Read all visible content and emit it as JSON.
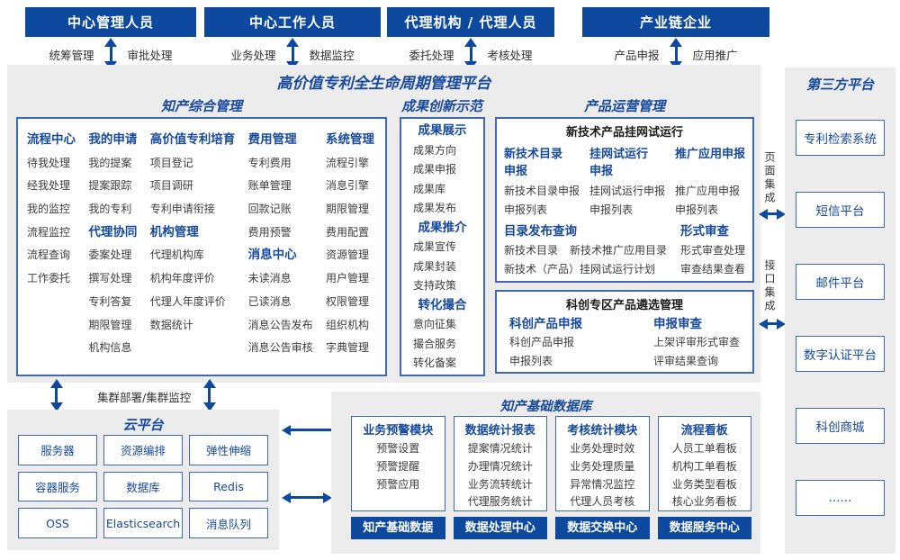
{
  "colors": {
    "primary": "#0d4a9f",
    "title_blue": "#17499d",
    "box_border": "#4068ae",
    "panel_bg": "#ececec",
    "item_text": "#3d3d3d"
  },
  "roles": [
    {
      "title": "中心管理人员",
      "left": "统筹管理",
      "right": "审批处理"
    },
    {
      "title": "中心工作人员",
      "left": "业务处理",
      "right": "数据监控"
    },
    {
      "title": "代理机构 / 代理人员",
      "left": "委托处理",
      "right": "考核处理"
    },
    {
      "title": "产业链企业",
      "left": "产品申报",
      "right": "应用推广"
    }
  ],
  "platform_title": "高价值专利全生命周期管理平台",
  "ip": {
    "title": "知产综合管理",
    "columns": [
      {
        "entries": [
          {
            "t": "h",
            "x": "流程中心"
          },
          {
            "t": "i",
            "x": "待我处理"
          },
          {
            "t": "i",
            "x": "经我处理"
          },
          {
            "t": "i",
            "x": "我的监控"
          },
          {
            "t": "i",
            "x": "流程监控"
          },
          {
            "t": "i",
            "x": "流程查询"
          },
          {
            "t": "i",
            "x": "工作委托"
          }
        ]
      },
      {
        "entries": [
          {
            "t": "h",
            "x": "我的申请"
          },
          {
            "t": "i",
            "x": "我的提案"
          },
          {
            "t": "i",
            "x": "提案跟踪"
          },
          {
            "t": "i",
            "x": "我的专利"
          },
          {
            "t": "h",
            "x": "代理协同"
          },
          {
            "t": "i",
            "x": "委案处理"
          },
          {
            "t": "i",
            "x": "撰写处理"
          },
          {
            "t": "i",
            "x": "专利答复"
          },
          {
            "t": "i",
            "x": "期限管理"
          },
          {
            "t": "i",
            "x": "机构信息"
          }
        ]
      },
      {
        "entries": [
          {
            "t": "h",
            "x": "高价值专利培育"
          },
          {
            "t": "i",
            "x": "项目登记"
          },
          {
            "t": "i",
            "x": "项目调研"
          },
          {
            "t": "i",
            "x": "专利申请衔接"
          },
          {
            "t": "h",
            "x": "机构管理"
          },
          {
            "t": "i",
            "x": "代理机构库"
          },
          {
            "t": "i",
            "x": "机构年度评价"
          },
          {
            "t": "i",
            "x": "代理人年度评价"
          },
          {
            "t": "i",
            "x": "数据统计"
          }
        ]
      },
      {
        "entries": [
          {
            "t": "h",
            "x": "费用管理"
          },
          {
            "t": "i",
            "x": "专利费用"
          },
          {
            "t": "i",
            "x": "账单管理"
          },
          {
            "t": "i",
            "x": "回款记账"
          },
          {
            "t": "i",
            "x": "费用预警"
          },
          {
            "t": "h",
            "x": "消息中心"
          },
          {
            "t": "i",
            "x": "未读消息"
          },
          {
            "t": "i",
            "x": "已读消息"
          },
          {
            "t": "i",
            "x": "消息公告发布"
          },
          {
            "t": "i",
            "x": "消息公告审核"
          }
        ]
      },
      {
        "entries": [
          {
            "t": "h",
            "x": "系统管理"
          },
          {
            "t": "i",
            "x": "流程引擎"
          },
          {
            "t": "i",
            "x": "消息引擎"
          },
          {
            "t": "i",
            "x": "期限管理"
          },
          {
            "t": "i",
            "x": "费用配置"
          },
          {
            "t": "i",
            "x": "资源管理"
          },
          {
            "t": "i",
            "x": "用户管理"
          },
          {
            "t": "i",
            "x": "权限管理"
          },
          {
            "t": "i",
            "x": "组织机构"
          },
          {
            "t": "i",
            "x": "字典管理"
          }
        ]
      }
    ]
  },
  "innovation": {
    "title": "成果创新示范",
    "entries": [
      {
        "t": "h",
        "x": "成果展示"
      },
      {
        "t": "i",
        "x": "成果方向"
      },
      {
        "t": "i",
        "x": "成果申报"
      },
      {
        "t": "i",
        "x": "成果库"
      },
      {
        "t": "i",
        "x": "成果发布"
      },
      {
        "t": "h",
        "x": "成果推介"
      },
      {
        "t": "i",
        "x": "成果宣传"
      },
      {
        "t": "i",
        "x": "成果封装"
      },
      {
        "t": "i",
        "x": "支持政策"
      },
      {
        "t": "h",
        "x": "转化撮合"
      },
      {
        "t": "i",
        "x": "意向征集"
      },
      {
        "t": "i",
        "x": "撮合服务"
      },
      {
        "t": "i",
        "x": "转化备案"
      }
    ]
  },
  "product": {
    "title": "产品运营管理",
    "box1": {
      "title": "新技术产品挂网试运行",
      "cols": [
        {
          "header": "新技术目录\n申报",
          "items": [
            "新技术目录申报",
            "申报列表"
          ]
        },
        {
          "header": "挂网试运行\n申报",
          "items": [
            "挂网试运行申报",
            "申报列表"
          ]
        },
        {
          "header": "推广应用申报",
          "items": [
            "推广应用申报",
            "申报列表"
          ]
        }
      ],
      "catalog": {
        "header": "目录发布查询",
        "row1_a": "新技术目录",
        "row1_b": "新技术推广应用目录",
        "row2": "新技术（产品）挂网试运行计划"
      },
      "review": {
        "header": "形式审查",
        "items": [
          "形式审查处理",
          "审查结果查看"
        ]
      }
    },
    "box2": {
      "title": "科创专区产品遴选管理",
      "cols": [
        {
          "header": "科创产品申报",
          "items": [
            "科创产品申报",
            "申报列表"
          ]
        },
        {
          "header": "申报审查",
          "items": [
            "上架评审形式审查",
            "评审结果查询"
          ]
        }
      ]
    }
  },
  "integration": {
    "page": "页面集成",
    "api": "接口集成"
  },
  "third_party": {
    "title": "第三方平台",
    "boxes": [
      "专利检索系统",
      "短信平台",
      "邮件平台",
      "数字认证平台",
      "科创商城",
      "......"
    ]
  },
  "cluster_label": "集群部署/集群监控",
  "cloud": {
    "title": "云平台",
    "boxes": [
      "服务器",
      "资源编排",
      "弹性伸缩",
      "容器服务",
      "数据库",
      "Redis",
      "OSS",
      "Elasticsearch",
      "消息队列"
    ]
  },
  "db": {
    "title": "知产基础数据库",
    "columns": [
      {
        "header": "业务预警模块",
        "items": [
          "预警设置",
          "预警提醒",
          "预警应用"
        ],
        "badge": "知产基础数据"
      },
      {
        "header": "数据统计报表",
        "items": [
          "提案情况统计",
          "办理情况统计",
          "业务流转统计",
          "代理服务统计"
        ],
        "badge": "数据处理中心"
      },
      {
        "header": "考核统计模块",
        "items": [
          "业务处理时效",
          "业务处理质量",
          "异常情况监控",
          "代理人员考核"
        ],
        "badge": "数据交换中心"
      },
      {
        "header": "流程看板",
        "items": [
          "人员工单看板",
          "机构工单看板",
          "业务类型看板",
          "核心业务看板"
        ],
        "badge": "数据服务中心"
      }
    ]
  }
}
